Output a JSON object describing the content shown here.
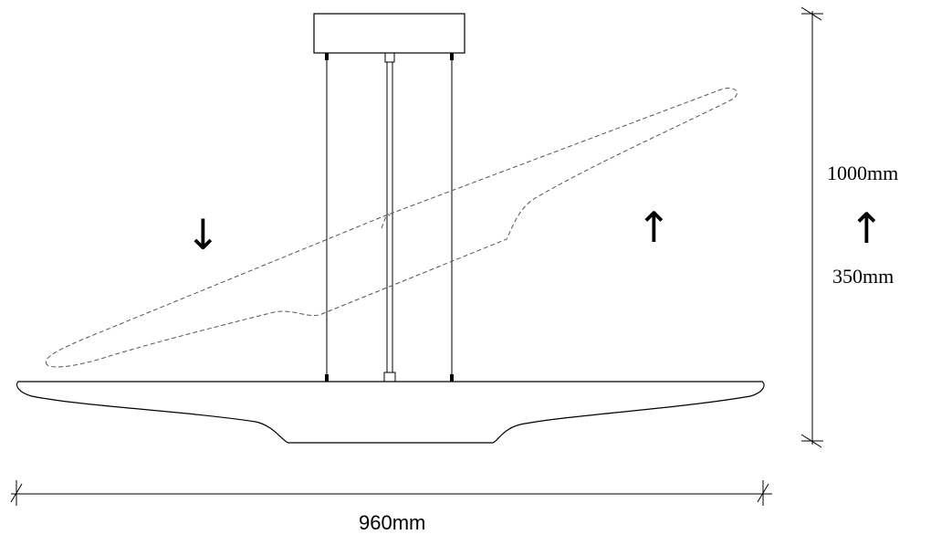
{
  "dimensions": {
    "width_label": "960mm",
    "max_height_label": "1000mm",
    "min_height_label": "350mm"
  },
  "icons": {
    "down_arrow": "arrow-down-icon",
    "up_arrow": "arrow-up-icon",
    "height_arrow": "arrow-up-icon"
  },
  "glyphs": {
    "down": "↓",
    "up": "↑"
  }
}
